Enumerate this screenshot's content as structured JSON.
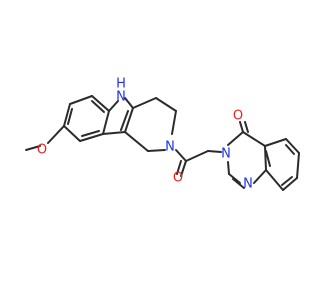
{
  "molecule": {
    "colors": {
      "bond": "#2b2b2b",
      "oxygen": "#e8231d",
      "nitrogen": "#2034e6"
    },
    "labels": {
      "nh_n": "N",
      "nh_h": "H",
      "methoxy_o": "O",
      "ring_n": "N",
      "carbonyl_o": "O",
      "quin_n3": "N",
      "quin_o": "O",
      "quin_n1": "N"
    }
  }
}
